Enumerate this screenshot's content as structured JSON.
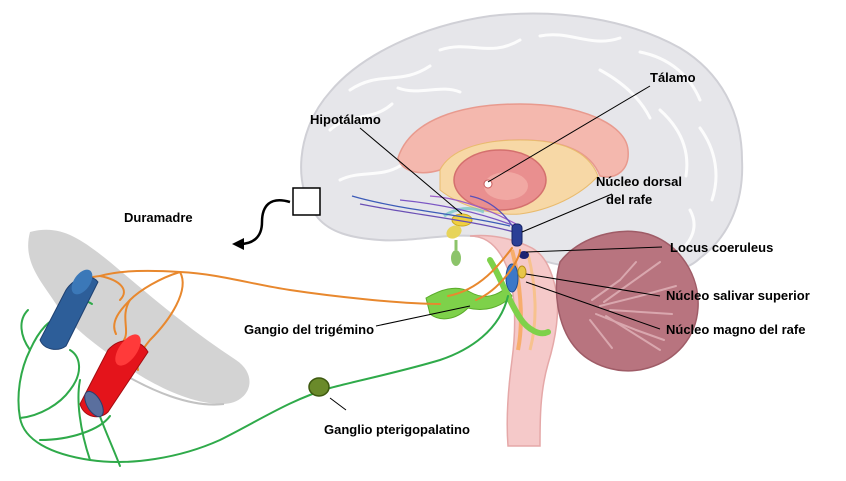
{
  "labels": {
    "talamo": "Tálamo",
    "hipotalamo": "Hipotálamo",
    "nucleo_dorsal_line1": "Núcleo dorsal",
    "nucleo_dorsal_line2": "del rafe",
    "duramadre": "Duramadre",
    "locus": "Locus coeruleus",
    "salivar": "Núcleo salivar superior",
    "magno": "Núcleo magno del rafe",
    "trigemino": "Gangio del trigémino",
    "pterigo": "Ganglio pterigopalatino"
  },
  "colors": {
    "trigeminal_nerve": "#e8882e",
    "parasympathetic_nerve": "#2faa4a",
    "brain": "#e6e6ea",
    "thalamus": "#f0a7a0",
    "cerebellum": "#b6727d",
    "dura": "#cfcfcf",
    "artery_blue": "#2b5f9e",
    "artery_red": "#e8141a"
  }
}
